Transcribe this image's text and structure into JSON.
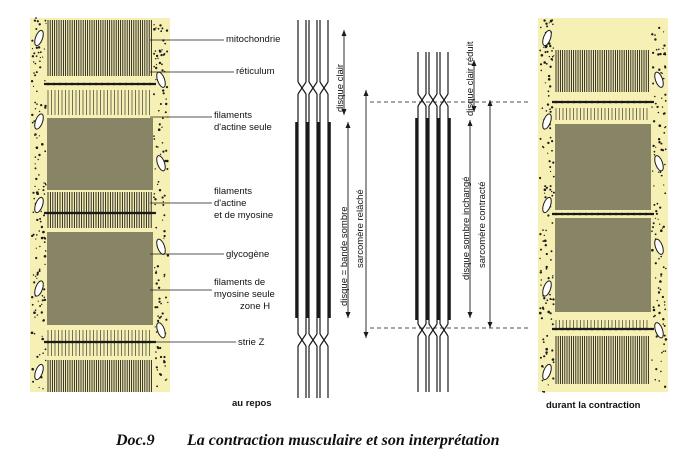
{
  "labels": {
    "mitochondrie": "mitochondrie",
    "reticulum": "réticulum",
    "actine_seule": [
      "filaments",
      "d'actine seule"
    ],
    "actine_myosine": [
      "filaments",
      "d'actine",
      "et de myosine"
    ],
    "glycogene": "glycogène",
    "myosine_seule": [
      "filaments de",
      "myosine seule",
      "zone H"
    ],
    "strie_z": "strie  Z"
  },
  "vertical_labels": {
    "disque_clair": "disque clair",
    "disque_bande_sombre": "disque = bande sombre",
    "sarcomere_relache": "sarcomère relâché",
    "disque_clair_reduit": "disque clair réduit",
    "disque_sombre_inchange": "disque sombre inchangé",
    "sarcomere_contracte": "sarcomère contracté"
  },
  "states": {
    "rest": "au repos",
    "contraction": "durant la contraction"
  },
  "caption": {
    "doc": "Doc.9",
    "title": "La contraction musculaire et son interprétation"
  },
  "colors": {
    "cytoplasm": "#f7f0b4",
    "ink": "#1a1a1a"
  }
}
